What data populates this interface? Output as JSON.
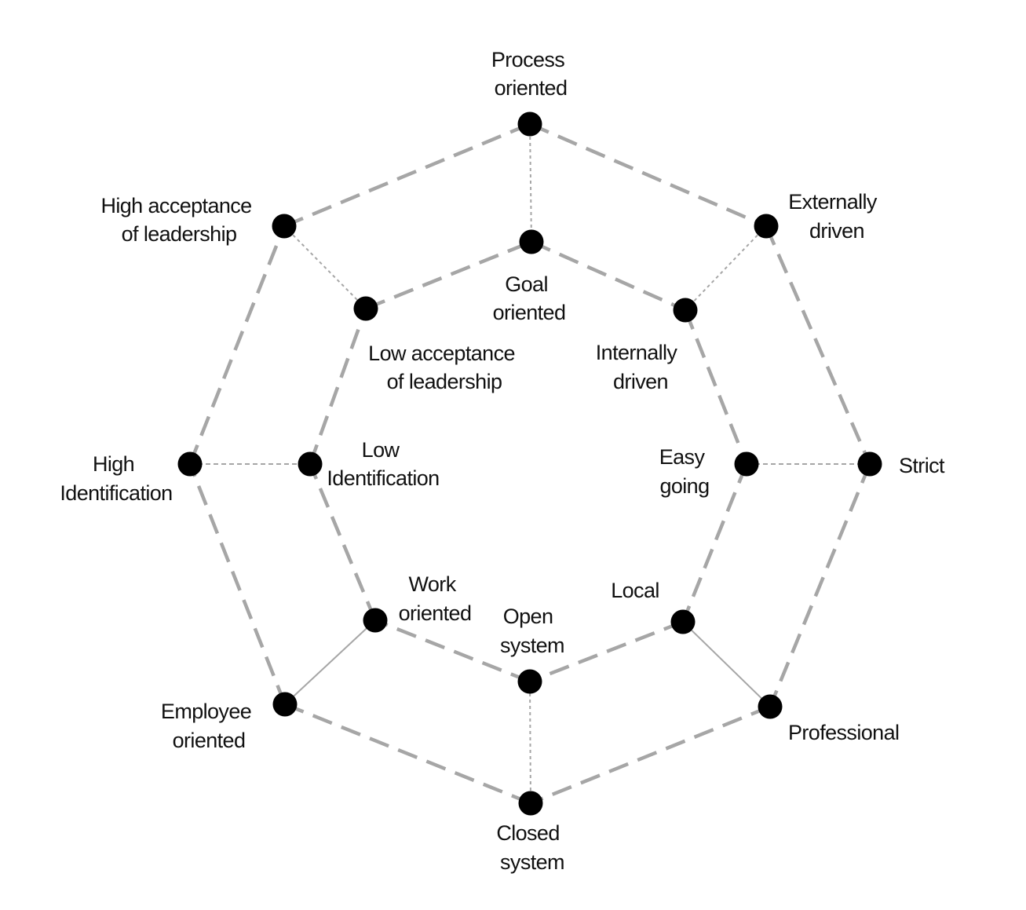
{
  "colors": {
    "dot": "#000000",
    "line": "#a6a6a6",
    "text": "#111111",
    "background": "#ffffff"
  },
  "dimensions": [
    {
      "id": "d1",
      "outer": [
        "Process",
        "oriented"
      ],
      "inner": [
        "Goal",
        "oriented"
      ]
    },
    {
      "id": "d2",
      "outer": [
        "Externally",
        "driven"
      ],
      "inner": [
        "Internally",
        "driven"
      ]
    },
    {
      "id": "d3",
      "outer": [
        "Strict"
      ],
      "inner": [
        "Easy",
        "going"
      ]
    },
    {
      "id": "d4",
      "outer": [
        "Professional"
      ],
      "inner": [
        "Local"
      ]
    },
    {
      "id": "d5",
      "outer": [
        "Closed",
        "system"
      ],
      "inner": [
        "Open",
        "system"
      ]
    },
    {
      "id": "d6",
      "outer": [
        "Employee",
        "oriented"
      ],
      "inner": [
        "Work",
        "oriented"
      ]
    },
    {
      "id": "d7",
      "outer": [
        "High",
        "Identification"
      ],
      "inner": [
        "Low",
        "Identification"
      ]
    },
    {
      "id": "d8",
      "outer": [
        "High acceptance",
        "of leadership"
      ],
      "inner": [
        "Low acceptance",
        "of leadership"
      ]
    }
  ]
}
